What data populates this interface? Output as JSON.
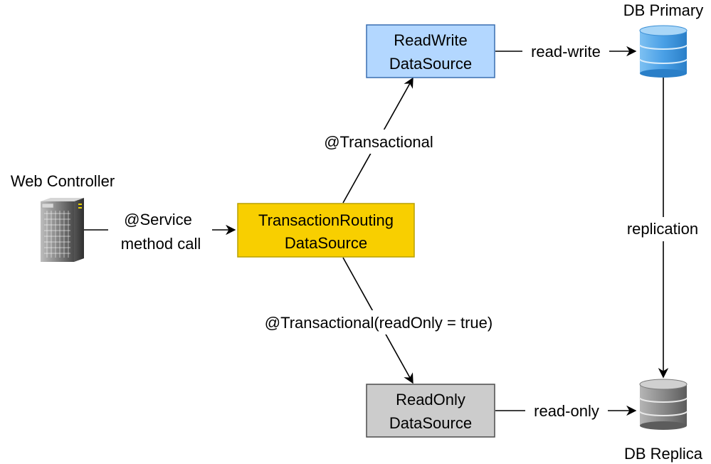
{
  "nodes": {
    "web_controller": {
      "label": "Web Controller",
      "icon": "server-tower-icon"
    },
    "routing_ds": {
      "line1": "TransactionRouting",
      "line2": "DataSource",
      "fill": "#f8cf00",
      "stroke": "#b8a000"
    },
    "readwrite_ds": {
      "line1": "ReadWrite",
      "line2": "DataSource",
      "fill": "#b3d7ff",
      "stroke": "#3a6fb0"
    },
    "readonly_ds": {
      "line1": "ReadOnly",
      "line2": "DataSource",
      "fill": "#cccccc",
      "stroke": "#4d4d4d"
    },
    "db_primary": {
      "label": "DB Primary",
      "icon": "database-blue-icon",
      "color": "#4fa3e6"
    },
    "db_replica": {
      "label": "DB Replica",
      "icon": "database-gray-icon",
      "color": "#8a8a8a"
    }
  },
  "edges": {
    "service_call": {
      "line1": "@Service",
      "line2": "method call"
    },
    "transactional_rw": {
      "label": "@Transactional"
    },
    "transactional_ro": {
      "label": "@Transactional(readOnly = true)"
    },
    "read_write": {
      "label": "read-write"
    },
    "read_only": {
      "label": "read-only"
    },
    "replication": {
      "label": "replication"
    }
  }
}
